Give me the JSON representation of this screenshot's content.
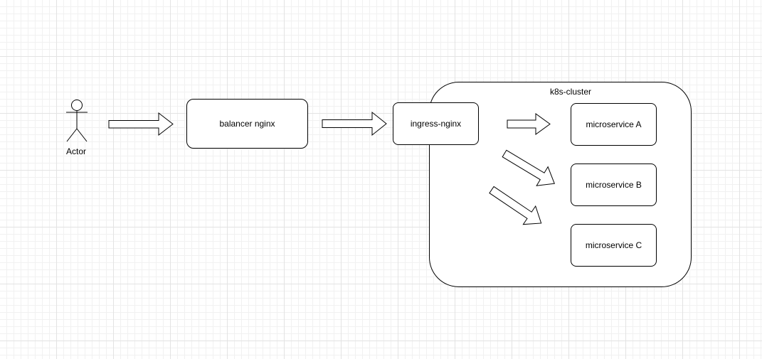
{
  "diagram": {
    "actor": {
      "label": "Actor"
    },
    "balancer": {
      "label": "balancer nginx"
    },
    "ingress": {
      "label": "ingress-nginx"
    },
    "cluster": {
      "label": "k8s-cluster"
    },
    "services": [
      {
        "label": "microservice A"
      },
      {
        "label": "microservice B"
      },
      {
        "label": "microservice C"
      }
    ]
  },
  "colors": {
    "stroke": "#000000",
    "fill": "#ffffff",
    "grid": "#e3e3e3"
  }
}
